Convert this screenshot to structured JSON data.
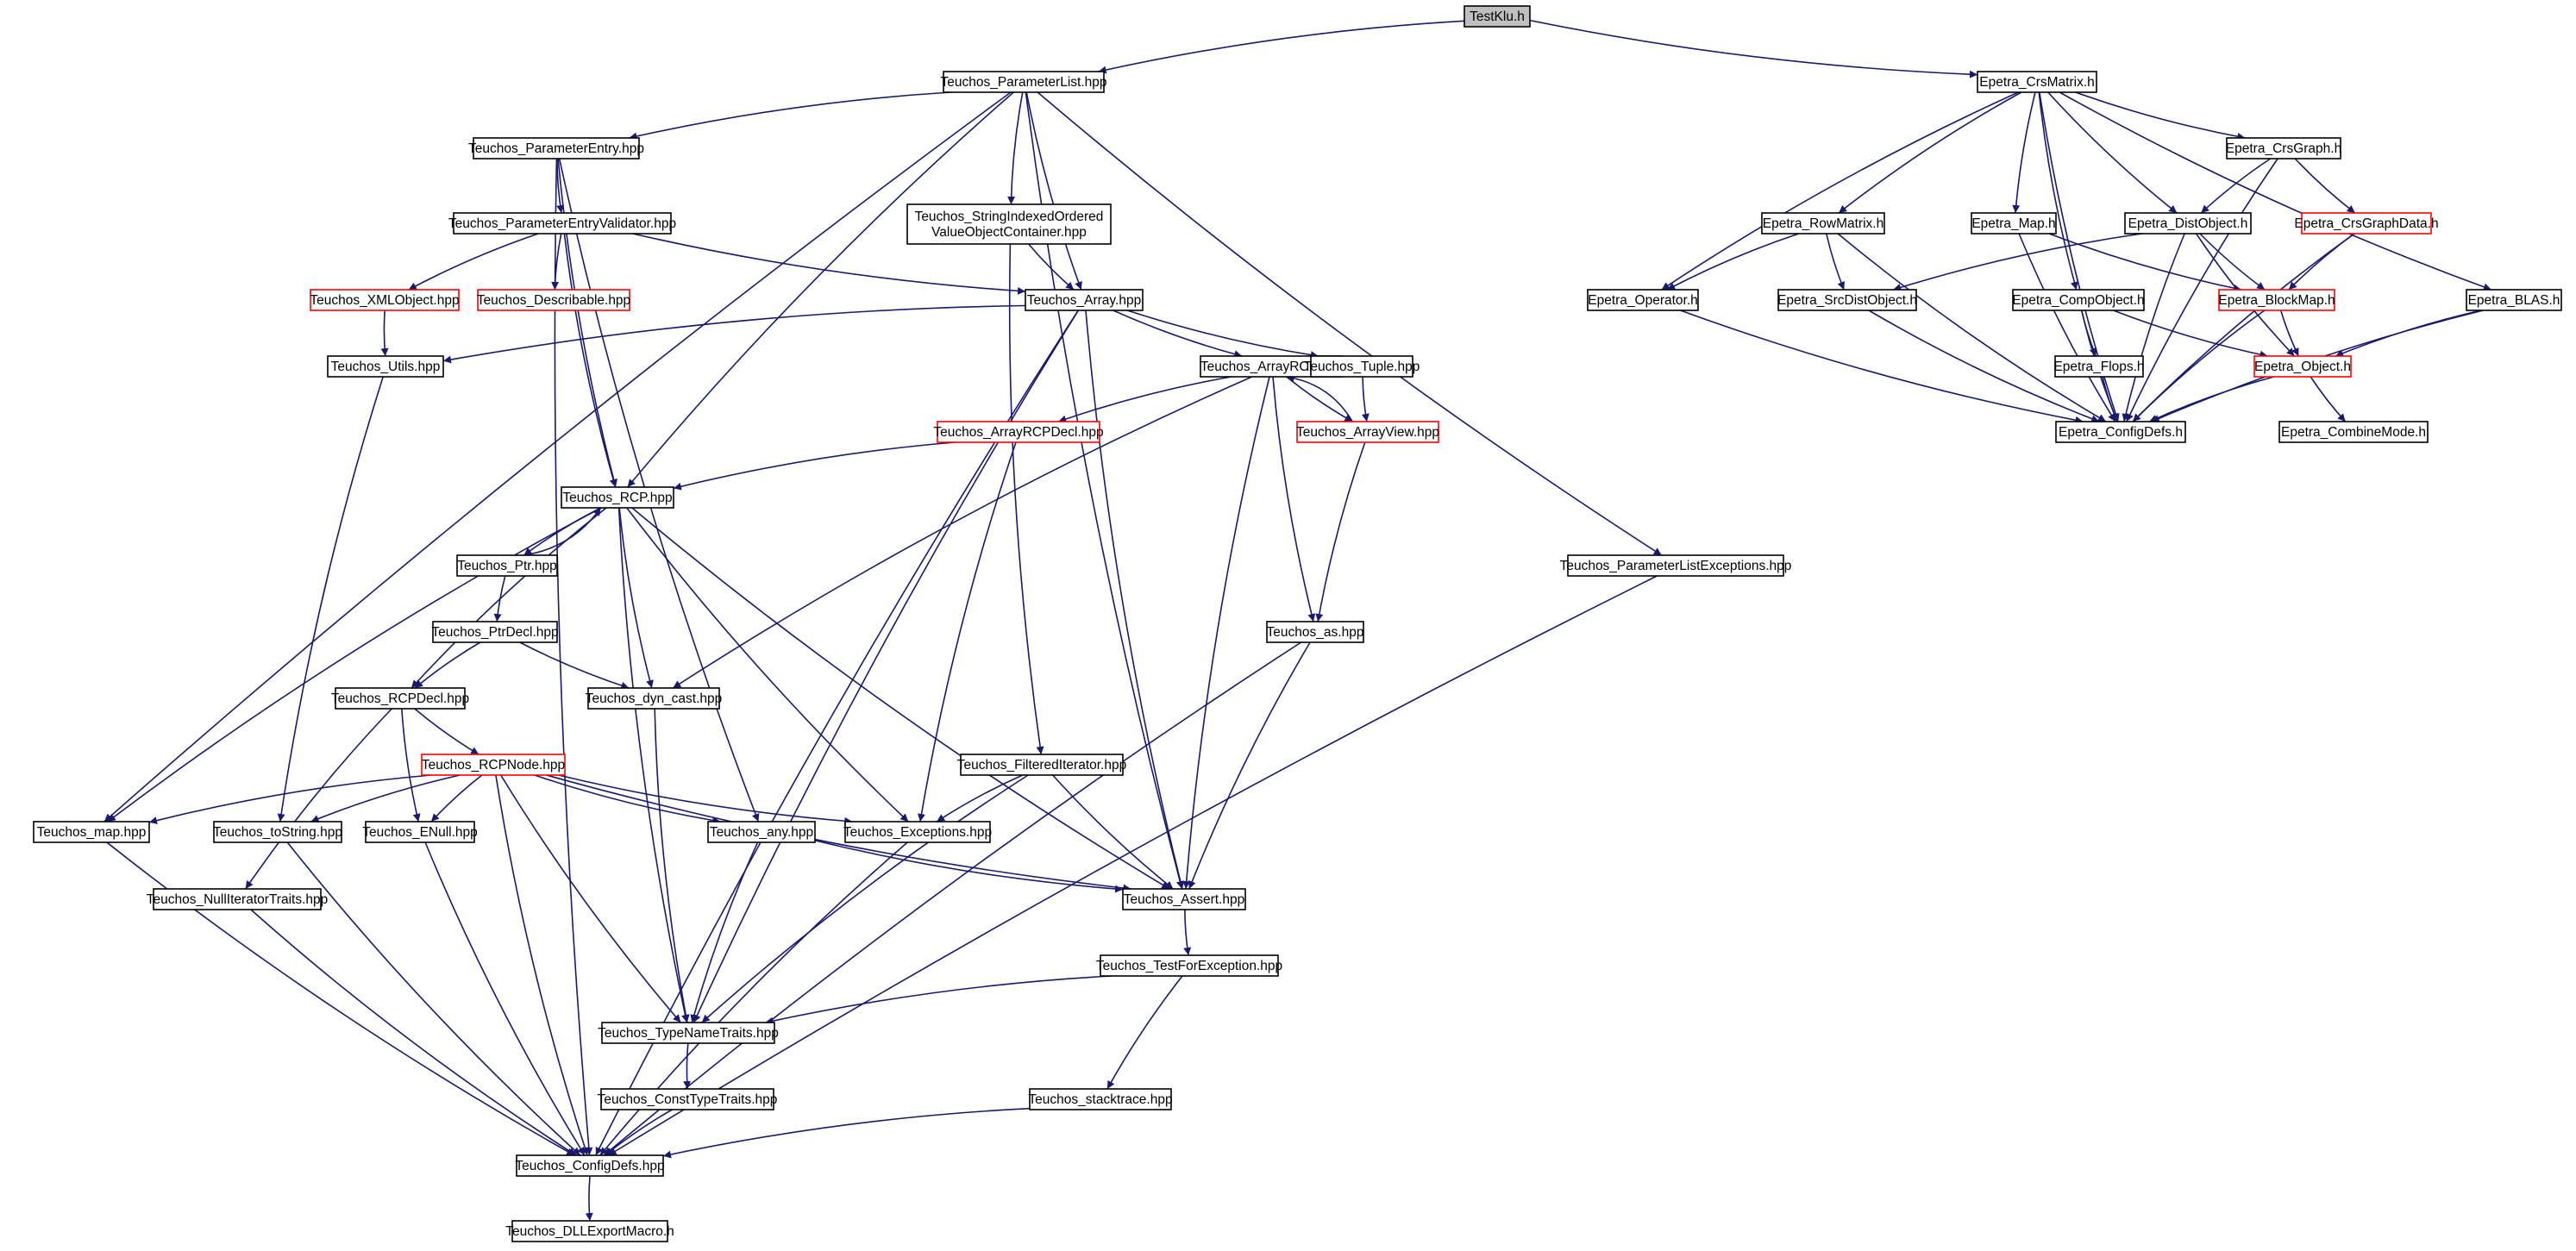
{
  "colors": {
    "edge": "#191970",
    "node_border": "#000000",
    "node_border_external": "#ff0000",
    "root_fill": "#bfbfbf",
    "background": "#ffffff"
  },
  "nodes": [
    {
      "id": "TestKlu",
      "label": "TestKlu.h",
      "style": "root"
    },
    {
      "id": "ParameterList",
      "label": "Teuchos_ParameterList.hpp"
    },
    {
      "id": "CrsMatrix",
      "label": "Epetra_CrsMatrix.h"
    },
    {
      "id": "ParameterEntry",
      "label": "Teuchos_ParameterEntry.hpp"
    },
    {
      "id": "StringIndexed",
      "label": "Teuchos_StringIndexedOrdered\nValueObjectContainer.hpp"
    },
    {
      "id": "ParameterListExceptions",
      "label": "Teuchos_ParameterListExceptions.hpp"
    },
    {
      "id": "EntryValidator",
      "label": "Teuchos_ParameterEntryValidator.hpp"
    },
    {
      "id": "XMLObject",
      "label": "Teuchos_XMLObject.hpp",
      "style": "red"
    },
    {
      "id": "Describable",
      "label": "Teuchos_Describable.hpp",
      "style": "red"
    },
    {
      "id": "Array",
      "label": "Teuchos_Array.hpp"
    },
    {
      "id": "Utils",
      "label": "Teuchos_Utils.hpp"
    },
    {
      "id": "ArrayRCP",
      "label": "Teuchos_ArrayRCP.hpp"
    },
    {
      "id": "Tuple",
      "label": "Teuchos_Tuple.hpp"
    },
    {
      "id": "ArrayRCPDecl",
      "label": "Teuchos_ArrayRCPDecl.hpp",
      "style": "red"
    },
    {
      "id": "ArrayView",
      "label": "Teuchos_ArrayView.hpp",
      "style": "red"
    },
    {
      "id": "RCP",
      "label": "Teuchos_RCP.hpp"
    },
    {
      "id": "Ptr",
      "label": "Teuchos_Ptr.hpp"
    },
    {
      "id": "PtrDecl",
      "label": "Teuchos_PtrDecl.hpp"
    },
    {
      "id": "as",
      "label": "Teuchos_as.hpp"
    },
    {
      "id": "RCPDecl",
      "label": "Teuchos_RCPDecl.hpp"
    },
    {
      "id": "dyncast",
      "label": "Teuchos_dyn_cast.hpp"
    },
    {
      "id": "RCPNode",
      "label": "Teuchos_RCPNode.hpp",
      "style": "red"
    },
    {
      "id": "FilteredIterator",
      "label": "Teuchos_FilteredIterator.hpp"
    },
    {
      "id": "map",
      "label": "Teuchos_map.hpp"
    },
    {
      "id": "toString",
      "label": "Teuchos_toString.hpp"
    },
    {
      "id": "ENull",
      "label": "Teuchos_ENull.hpp"
    },
    {
      "id": "any",
      "label": "Teuchos_any.hpp"
    },
    {
      "id": "Exceptions",
      "label": "Teuchos_Exceptions.hpp"
    },
    {
      "id": "NullIterator",
      "label": "Teuchos_NullIteratorTraits.hpp"
    },
    {
      "id": "Assert",
      "label": "Teuchos_Assert.hpp"
    },
    {
      "id": "TestForException",
      "label": "Teuchos_TestForException.hpp"
    },
    {
      "id": "TypeNameTraits",
      "label": "Teuchos_TypeNameTraits.hpp"
    },
    {
      "id": "ConstTypeTraits",
      "label": "Teuchos_ConstTypeTraits.hpp"
    },
    {
      "id": "stacktrace",
      "label": "Teuchos_stacktrace.hpp"
    },
    {
      "id": "ConfigDefs",
      "label": "Teuchos_ConfigDefs.hpp"
    },
    {
      "id": "DLLExport",
      "label": "Teuchos_DLLExportMacro.h"
    },
    {
      "id": "CrsGraph",
      "label": "Epetra_CrsGraph.h"
    },
    {
      "id": "RowMatrix",
      "label": "Epetra_RowMatrix.h"
    },
    {
      "id": "Map",
      "label": "Epetra_Map.h"
    },
    {
      "id": "DistObject",
      "label": "Epetra_DistObject.h"
    },
    {
      "id": "CrsGraphData",
      "label": "Epetra_CrsGraphData.h",
      "style": "red"
    },
    {
      "id": "Operator",
      "label": "Epetra_Operator.h"
    },
    {
      "id": "SrcDistObject",
      "label": "Epetra_SrcDistObject.h"
    },
    {
      "id": "CompObject",
      "label": "Epetra_CompObject.h"
    },
    {
      "id": "BlockMap",
      "label": "Epetra_BlockMap.h",
      "style": "red"
    },
    {
      "id": "BLAS",
      "label": "Epetra_BLAS.h"
    },
    {
      "id": "Flops",
      "label": "Epetra_Flops.h"
    },
    {
      "id": "EObject",
      "label": "Epetra_Object.h",
      "style": "red"
    },
    {
      "id": "EConfigDefs",
      "label": "Epetra_ConfigDefs.h"
    },
    {
      "id": "CombineMode",
      "label": "Epetra_CombineMode.h"
    }
  ],
  "edges": [
    [
      "TestKlu",
      "ParameterList"
    ],
    [
      "TestKlu",
      "CrsMatrix"
    ],
    [
      "ParameterList",
      "ParameterEntry"
    ],
    [
      "ParameterList",
      "StringIndexed"
    ],
    [
      "ParameterList",
      "Array"
    ],
    [
      "ParameterList",
      "RCP"
    ],
    [
      "ParameterList",
      "map"
    ],
    [
      "ParameterList",
      "Assert"
    ],
    [
      "ParameterList",
      "ParameterListExceptions"
    ],
    [
      "ParameterEntry",
      "EntryValidator"
    ],
    [
      "ParameterEntry",
      "RCP"
    ],
    [
      "ParameterEntry",
      "any"
    ],
    [
      "ParameterEntry",
      "ConfigDefs"
    ],
    [
      "EntryValidator",
      "XMLObject"
    ],
    [
      "EntryValidator",
      "Describable"
    ],
    [
      "EntryValidator",
      "Array"
    ],
    [
      "EntryValidator",
      "RCP"
    ],
    [
      "XMLObject",
      "Utils"
    ],
    [
      "Utils",
      "toString"
    ],
    [
      "StringIndexed",
      "Array"
    ],
    [
      "StringIndexed",
      "FilteredIterator"
    ],
    [
      "Array",
      "Utils"
    ],
    [
      "Array",
      "ArrayRCP"
    ],
    [
      "Array",
      "Tuple"
    ],
    [
      "Array",
      "Assert"
    ],
    [
      "Array",
      "TypeNameTraits"
    ],
    [
      "Array",
      "ConfigDefs"
    ],
    [
      "ArrayRCP",
      "ArrayRCPDecl"
    ],
    [
      "ArrayRCP",
      "ArrayView"
    ],
    [
      "ArrayRCP",
      "as"
    ],
    [
      "ArrayRCP",
      "dyncast"
    ],
    [
      "ArrayRCP",
      "Assert"
    ],
    [
      "Tuple",
      "ArrayView"
    ],
    [
      "ArrayView",
      "ArrayRCP"
    ],
    [
      "ArrayView",
      "as"
    ],
    [
      "ArrayRCPDecl",
      "RCP"
    ],
    [
      "ArrayRCPDecl",
      "Exceptions"
    ],
    [
      "RCP",
      "Ptr"
    ],
    [
      "RCP",
      "RCPDecl"
    ],
    [
      "RCP",
      "dyncast"
    ],
    [
      "RCP",
      "map"
    ],
    [
      "RCP",
      "Exceptions"
    ],
    [
      "RCP",
      "Assert"
    ],
    [
      "RCP",
      "TypeNameTraits"
    ],
    [
      "Ptr",
      "RCP"
    ],
    [
      "Ptr",
      "PtrDecl"
    ],
    [
      "PtrDecl",
      "RCPDecl"
    ],
    [
      "PtrDecl",
      "dyncast"
    ],
    [
      "RCPDecl",
      "RCPNode"
    ],
    [
      "RCPDecl",
      "ENull"
    ],
    [
      "RCPDecl",
      "NullIterator"
    ],
    [
      "RCPNode",
      "map"
    ],
    [
      "RCPNode",
      "toString"
    ],
    [
      "RCPNode",
      "ENull"
    ],
    [
      "RCPNode",
      "any"
    ],
    [
      "RCPNode",
      "Exceptions"
    ],
    [
      "RCPNode",
      "Assert"
    ],
    [
      "RCPNode",
      "TypeNameTraits"
    ],
    [
      "RCPNode",
      "ConfigDefs"
    ],
    [
      "FilteredIterator",
      "Exceptions"
    ],
    [
      "FilteredIterator",
      "Assert"
    ],
    [
      "FilteredIterator",
      "TypeNameTraits"
    ],
    [
      "as",
      "Assert"
    ],
    [
      "as",
      "ConfigDefs"
    ],
    [
      "dyncast",
      "TypeNameTraits"
    ],
    [
      "any",
      "Assert"
    ],
    [
      "any",
      "TypeNameTraits"
    ],
    [
      "map",
      "ConfigDefs"
    ],
    [
      "toString",
      "ConfigDefs"
    ],
    [
      "ENull",
      "ConfigDefs"
    ],
    [
      "NullIterator",
      "ConfigDefs"
    ],
    [
      "Exceptions",
      "ConfigDefs"
    ],
    [
      "Assert",
      "TestForException"
    ],
    [
      "TestForException",
      "TypeNameTraits"
    ],
    [
      "TestForException",
      "stacktrace"
    ],
    [
      "TypeNameTraits",
      "ConstTypeTraits"
    ],
    [
      "ConstTypeTraits",
      "ConfigDefs"
    ],
    [
      "stacktrace",
      "ConfigDefs"
    ],
    [
      "ParameterListExceptions",
      "ConfigDefs"
    ],
    [
      "ConfigDefs",
      "DLLExport"
    ],
    [
      "CrsMatrix",
      "CrsGraph"
    ],
    [
      "CrsMatrix",
      "RowMatrix"
    ],
    [
      "CrsMatrix",
      "Operator"
    ],
    [
      "CrsMatrix",
      "Map"
    ],
    [
      "CrsMatrix",
      "DistObject"
    ],
    [
      "CrsMatrix",
      "CompObject"
    ],
    [
      "CrsMatrix",
      "BLAS"
    ],
    [
      "CrsMatrix",
      "EConfigDefs"
    ],
    [
      "CrsGraph",
      "DistObject"
    ],
    [
      "CrsGraph",
      "CrsGraphData"
    ],
    [
      "CrsGraph",
      "EConfigDefs"
    ],
    [
      "RowMatrix",
      "Operator"
    ],
    [
      "RowMatrix",
      "SrcDistObject"
    ],
    [
      "RowMatrix",
      "EConfigDefs"
    ],
    [
      "Map",
      "BlockMap"
    ],
    [
      "Map",
      "EConfigDefs"
    ],
    [
      "DistObject",
      "SrcDistObject"
    ],
    [
      "DistObject",
      "BlockMap"
    ],
    [
      "DistObject",
      "EObject"
    ],
    [
      "DistObject",
      "EConfigDefs"
    ],
    [
      "CrsGraphData",
      "BlockMap"
    ],
    [
      "CrsGraphData",
      "EConfigDefs"
    ],
    [
      "Operator",
      "EConfigDefs"
    ],
    [
      "SrcDistObject",
      "EConfigDefs"
    ],
    [
      "CompObject",
      "Flops"
    ],
    [
      "CompObject",
      "EObject"
    ],
    [
      "CompObject",
      "EConfigDefs"
    ],
    [
      "BlockMap",
      "EObject"
    ],
    [
      "BlockMap",
      "EConfigDefs"
    ],
    [
      "BLAS",
      "EObject"
    ],
    [
      "BLAS",
      "EConfigDefs"
    ],
    [
      "Flops",
      "EConfigDefs"
    ],
    [
      "EObject",
      "EConfigDefs"
    ],
    [
      "EObject",
      "CombineMode"
    ]
  ]
}
